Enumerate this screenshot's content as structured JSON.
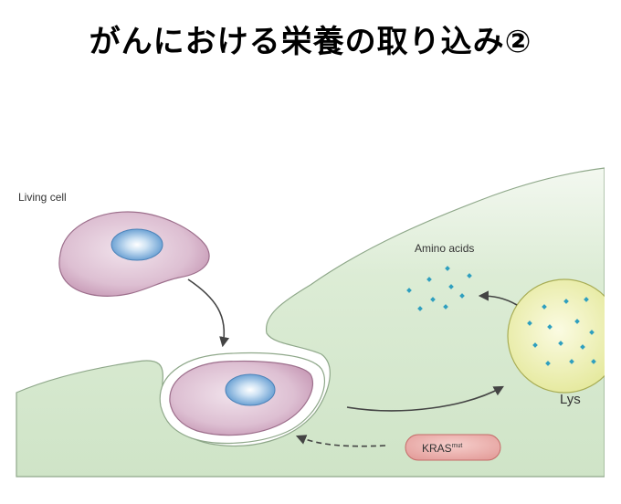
{
  "title": "がんにおける栄養の取り込み②",
  "figure": {
    "living_cell_label": "Living cell",
    "amino_acids_label": "Amino acids",
    "lysosome_label": "Lys",
    "kras_label": "KRAS",
    "kras_superscript": "mut"
  },
  "colors": {
    "background_green": "#d3e7cc",
    "cell_body": "#d9b5cc",
    "nucleus": "#6ea6d8",
    "lysosome": "#edefa2",
    "amino_acid_dot": "#2f9fbf",
    "kras_fill": "#e8a7a4",
    "arrow": "#444444"
  }
}
